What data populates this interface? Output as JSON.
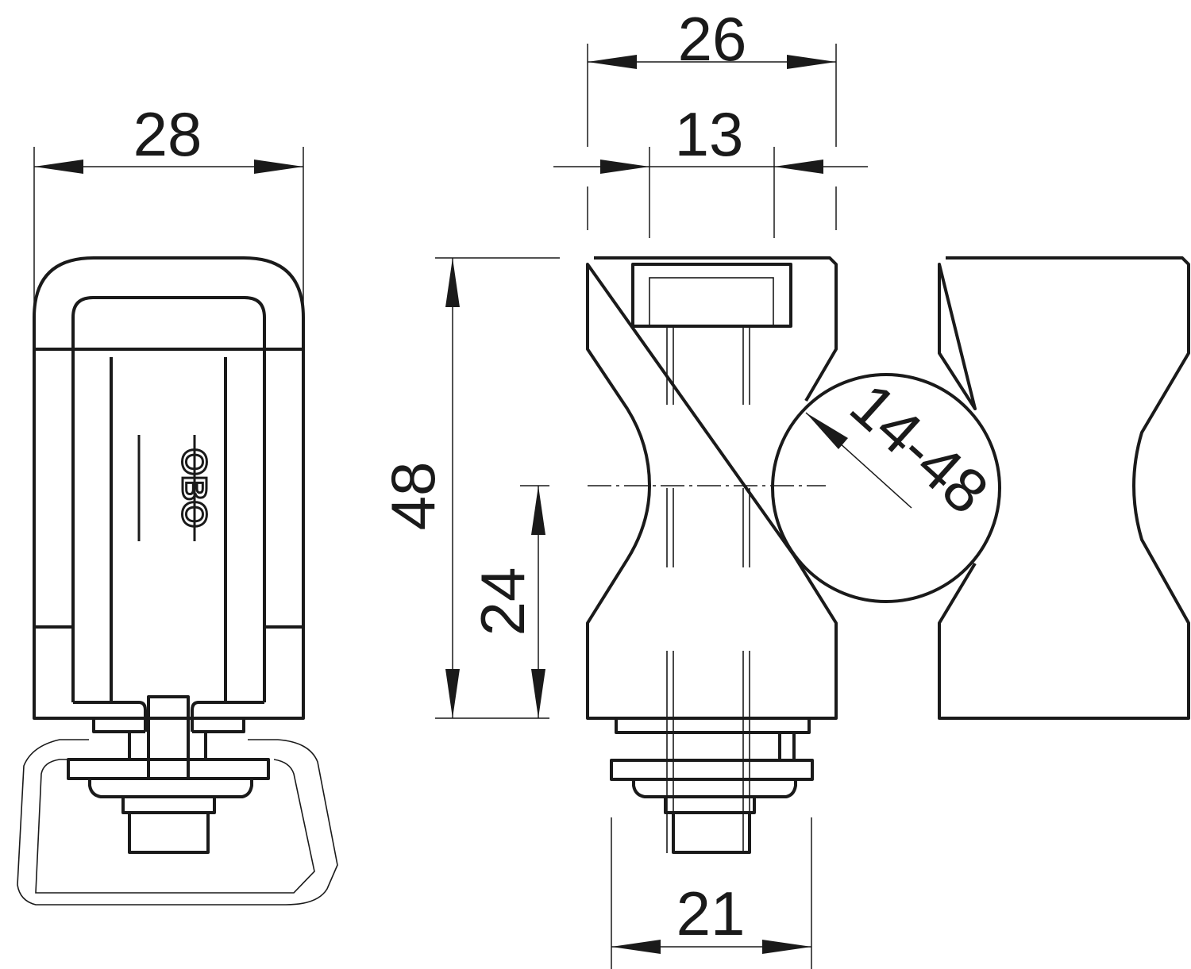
{
  "dimensions": {
    "width_side": "28",
    "width_total": "26",
    "width_slot": "13",
    "height_total": "48",
    "height_half": "24",
    "width_base": "21",
    "clamp_range": "14-48"
  },
  "logo": "OBO",
  "colors": {
    "line": "#1a1a1a",
    "background": "#ffffff"
  }
}
